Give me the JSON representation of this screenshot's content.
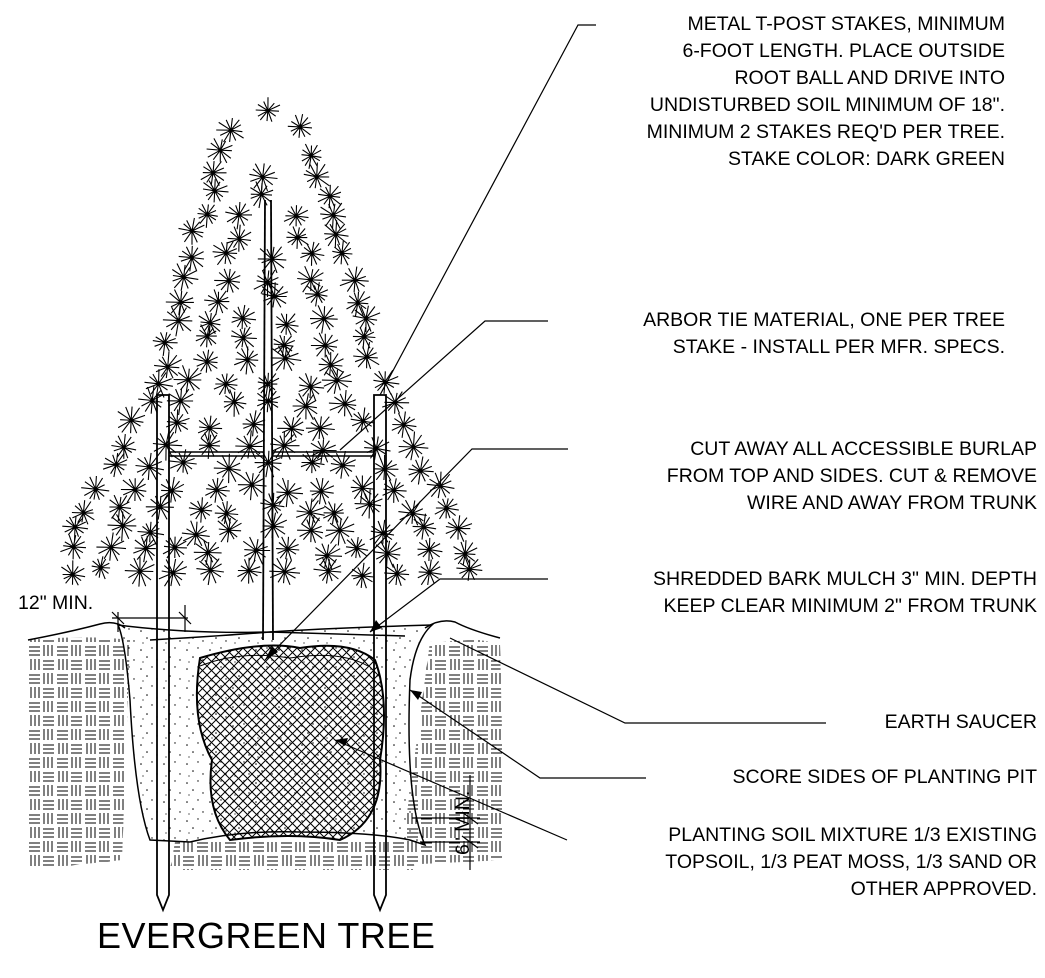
{
  "title": "EVERGREEN TREE",
  "notes": {
    "stakes": [
      "METAL T-POST STAKES, MINIMUM",
      "6-FOOT LENGTH.  PLACE OUTSIDE",
      "ROOT BALL AND DRIVE INTO",
      "UNDISTURBED SOIL MINIMUM OF 18\".",
      "MINIMUM 2 STAKES REQ'D PER TREE.",
      "STAKE COLOR: DARK GREEN"
    ],
    "arbor_tie": [
      "ARBOR TIE MATERIAL, ONE PER TREE",
      "STAKE - INSTALL PER MFR. SPECS."
    ],
    "burlap": [
      "CUT AWAY ALL ACCESSIBLE BURLAP",
      "FROM TOP AND SIDES. CUT & REMOVE",
      "WIRE  AND AWAY FROM TRUNK"
    ],
    "mulch": [
      "SHREDDED BARK MULCH 3\" MIN. DEPTH",
      "KEEP CLEAR MINIMUM 2\" FROM TRUNK"
    ],
    "saucer": [
      "EARTH SAUCER"
    ],
    "score": [
      "SCORE SIDES  OF PLANTING PIT"
    ],
    "soil": [
      "PLANTING SOIL MIXTURE 1/3 EXISTING",
      "TOPSOIL, 1/3 PEAT MOSS, 1/3 SAND OR",
      "OTHER APPROVED."
    ]
  },
  "dimensions": {
    "stake_offset": "12\" MIN.",
    "base_depth": "6\" MIN."
  }
}
